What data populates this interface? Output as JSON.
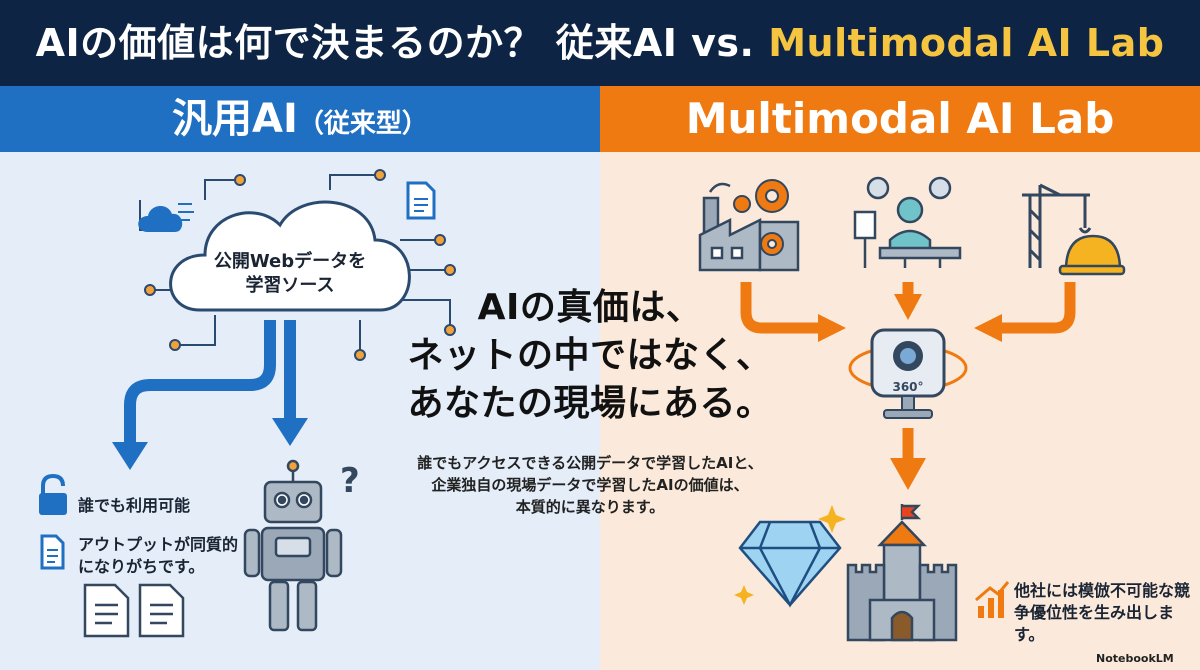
{
  "header": {
    "title": "AIの価値は何で決まるのか？ 従来AI vs. ",
    "title_highlight": "Multimodal AI Lab"
  },
  "left": {
    "heading": "汎用AI",
    "heading_sub": "（従来型）",
    "cloud_label_line1": "公開Webデータを",
    "cloud_label_line2": "学習ソース",
    "feature1": "誰でも利用可能",
    "feature2": "アウトプットが同質的になりがちです。"
  },
  "right": {
    "heading": "Multimodal AI Lab",
    "camera_badge": "360°",
    "advantage": "他社には模倣不可能な競争優位性を生み出します。"
  },
  "center": {
    "message_line1": "AIの真価は、",
    "message_line2": "ネットの中ではなく、",
    "message_line3": "あなたの現場にある。",
    "desc_line1": "誰でもアクセスできる公開データで学習したAIと、",
    "desc_line2": "企業独自の現場データで学習したAIの価値は、",
    "desc_line3": "本質的に異なります。"
  },
  "footer": {
    "brand": "NotebookLM"
  },
  "colors": {
    "navy": "#0e2444",
    "blue": "#1f6fc2",
    "orange": "#f07a12",
    "gold": "#f5c542"
  },
  "icons": [
    "cloud-icon",
    "document-icon",
    "robot-icon",
    "lock-icon",
    "factory-icon",
    "gear-icon",
    "surgery-icon",
    "crane-icon",
    "hardhat-icon",
    "camera-icon",
    "diamond-icon",
    "castle-icon",
    "growth-chart-icon"
  ]
}
